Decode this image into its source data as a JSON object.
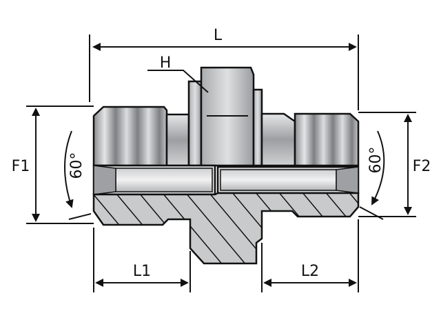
{
  "labels": {
    "length_total": "L",
    "hex": "H",
    "diameter_left": "F1",
    "diameter_right": "F2",
    "length_left": "L1",
    "length_right": "L2",
    "cone_angle_left": "60°",
    "cone_angle_right": "60°"
  },
  "colors": {
    "line": "#111111",
    "metal_dark": "#7f8184",
    "metal_mid": "#a6a8aa",
    "metal_light": "#d9dadb",
    "section_fill": "#c9cacb",
    "hatch": "#111111"
  }
}
